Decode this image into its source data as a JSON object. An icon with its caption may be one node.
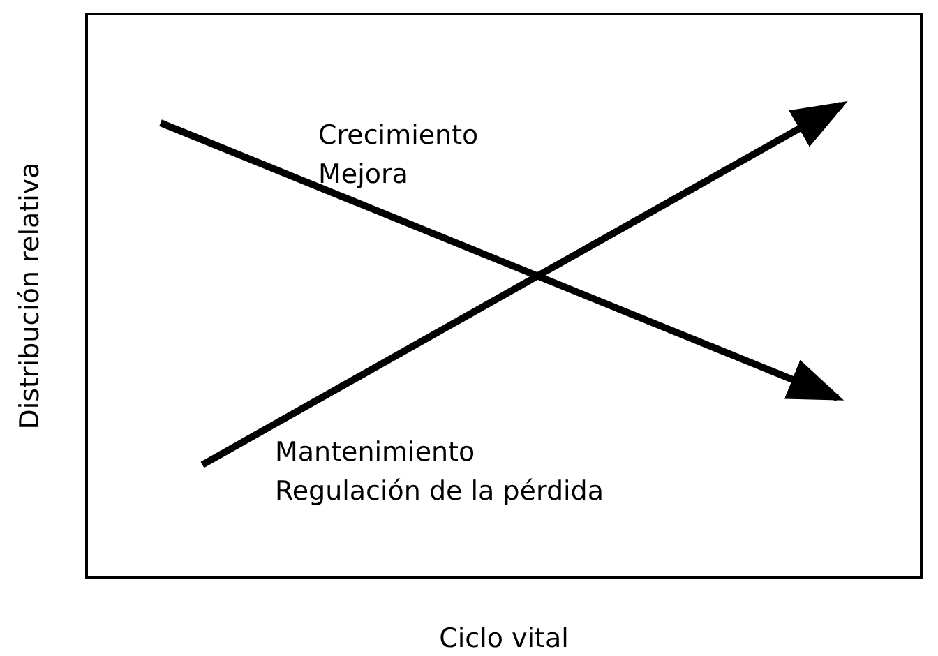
{
  "diagram": {
    "labels": [
      "Crecimiento",
      "Mejora",
      "Mantenimiento",
      "Regulación de la pérdida",
      "Distribución relativa",
      "Ciclo vital"
    ]
  }
}
